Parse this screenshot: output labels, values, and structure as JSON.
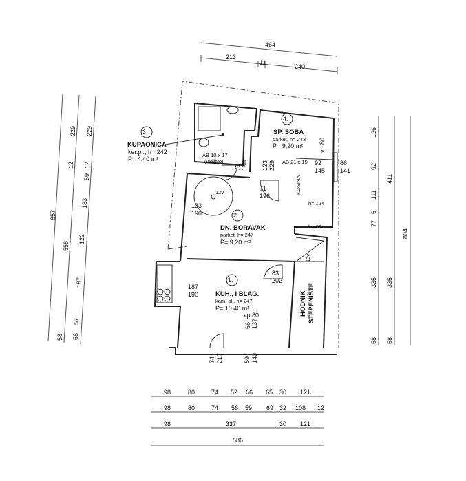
{
  "top_dims": {
    "total": "464",
    "parts": [
      "213",
      "11",
      "240"
    ]
  },
  "rooms": [
    {
      "num": "1.",
      "name": "KUH., I BLAG.",
      "floor": "kam. pl., h= 247",
      "area": "P= 10,40 m²"
    },
    {
      "num": "2.",
      "name": "DN. BORAVAK",
      "floor": "parket, h= 247",
      "area": "P= 9,20 m²"
    },
    {
      "num": "3.",
      "name": "KUPAONICA",
      "floor": "ker.pl., h= 242",
      "area": "P= 4,40 m²"
    },
    {
      "num": "4.",
      "name": "SP. SOBA",
      "floor": "parket, h= 243",
      "area": "P= 9,20 m²"
    }
  ],
  "hallway": {
    "line1": "HODNIK",
    "line2": "STEPENIŠTE"
  },
  "annotations": {
    "ab1": "AB 10 x 17",
    "ab1_note": "(vidljivo)",
    "ab2": "AB 21 x 15",
    "kosina": "KOSINA",
    "h124": "h= 124",
    "h60": "h= 60",
    "stairs_spiral": "12v",
    "stairs_straight": "13v",
    "vp80_bed": "vp 80",
    "vp80_kitchen": "vp 80"
  },
  "openings": {
    "bath_door": [
      "71",
      "198"
    ],
    "bed_door_a": [
      "123",
      "229"
    ],
    "bed_door_b": [
      "71",
      "198"
    ],
    "bed_window": [
      "92",
      "145"
    ],
    "bed_window_r": [
      "86",
      "141"
    ],
    "living_window": [
      "133",
      "190"
    ],
    "kitchen_window": [
      "187",
      "190"
    ],
    "kitchen_door": [
      "83",
      "202"
    ],
    "kitchen_win_bottom": [
      "66",
      "137"
    ],
    "entry_bottom": [
      "74",
      "217"
    ],
    "bottom_win": [
      "59",
      "140"
    ]
  },
  "left_dims": {
    "line1": [
      "857"
    ],
    "line2": [
      "229",
      "12",
      "558",
      "58"
    ],
    "line3": [
      "229",
      "12",
      "59",
      "133",
      "122",
      "187",
      "57",
      "58"
    ]
  },
  "right_dims": {
    "line1": [
      "126",
      "92",
      "111",
      "6",
      "77",
      "335",
      "58"
    ],
    "line2": [
      "411",
      "335",
      "58"
    ],
    "line3": [
      "804"
    ]
  },
  "bottom_dims": {
    "row1": [
      "98",
      "80",
      "74",
      "52",
      "66",
      "65",
      "30",
      "121"
    ],
    "row2": [
      "98",
      "80",
      "74",
      "56",
      "59",
      "69",
      "32",
      "108",
      "12"
    ],
    "row3": [
      "98",
      "337",
      "30",
      "121"
    ],
    "row4": [
      "586"
    ]
  }
}
